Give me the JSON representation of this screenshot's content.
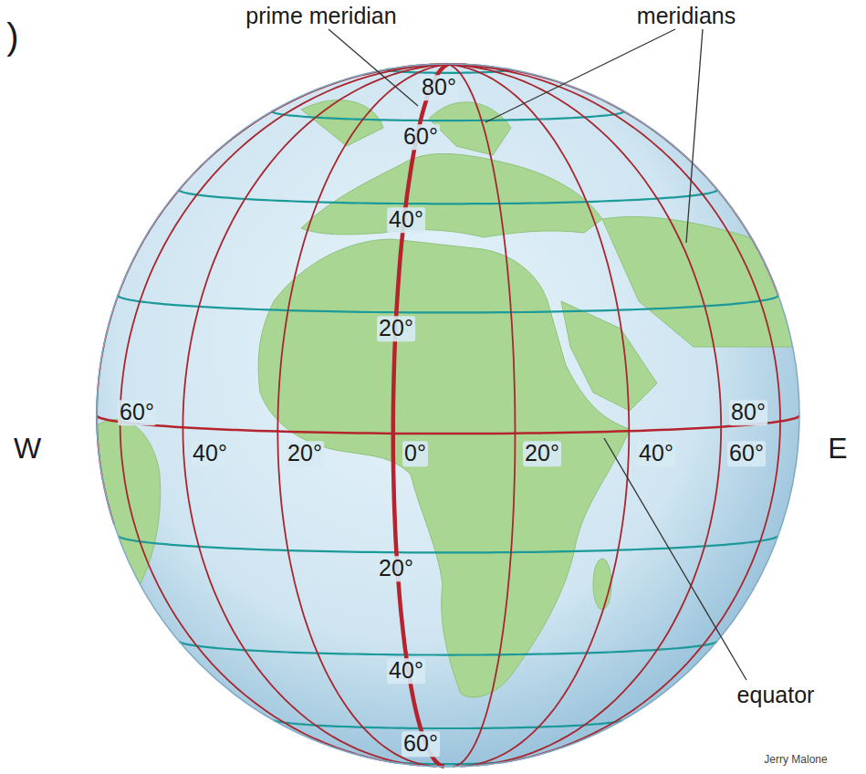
{
  "diagram": {
    "labels": [
      ")",
      "prime meridian",
      "meridians",
      "80°",
      "60°",
      "40°",
      "20°",
      "60°",
      "40°",
      "W",
      "20°",
      "0°",
      "20°",
      "40°",
      "60°",
      "80°",
      "E",
      "20°",
      "40°",
      "60°",
      "equator",
      "Jerry Malone"
    ]
  }
}
